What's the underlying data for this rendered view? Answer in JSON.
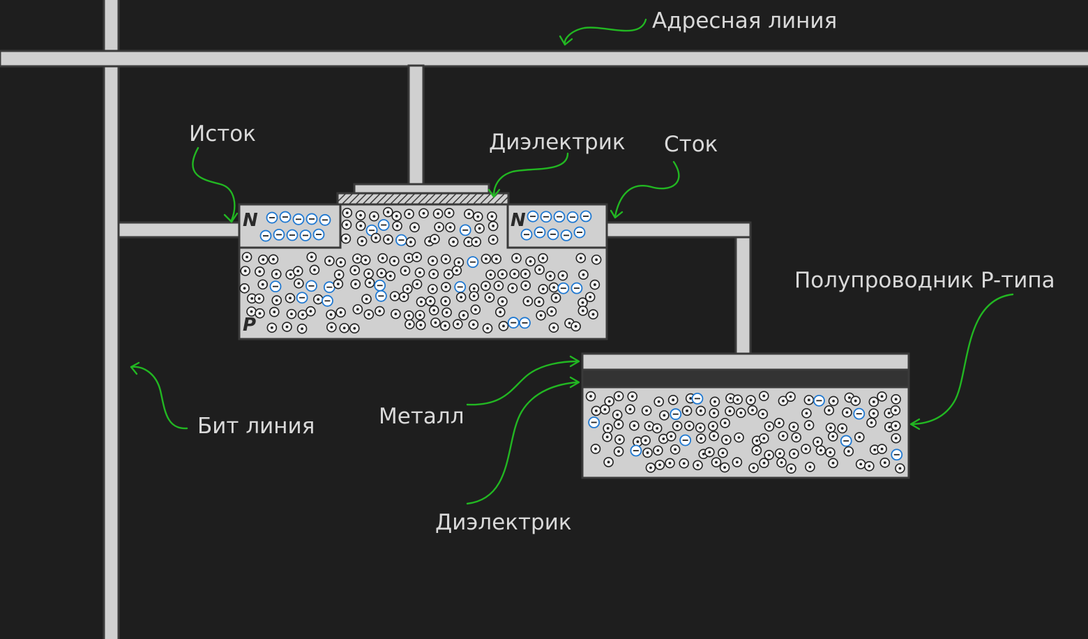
{
  "colors": {
    "background": "#1e1e1e",
    "wire": "#d0d0d0",
    "outline": "#3a3a3a",
    "arrow": "#22b722",
    "label": "#d9d9d9",
    "electron": "#1f78d1",
    "hole": "#222222",
    "dielectric_dark": "#333333"
  },
  "labels": {
    "address_line": "Адресная линия",
    "source": "Исток",
    "gate_dielectric": "Диэлектрик",
    "drain": "Сток",
    "p_semiconductor": "Полупроводник P-типа",
    "bit_line": "Бит линия",
    "metal": "Металл",
    "capacitor_dielectric": "Диэлектрик"
  },
  "transistor": {
    "source_type": "N",
    "drain_type": "N",
    "substrate_type": "P"
  },
  "carriers": {
    "electron_icon": "minus-circle-icon",
    "hole_icon": "dot-circle-icon"
  }
}
